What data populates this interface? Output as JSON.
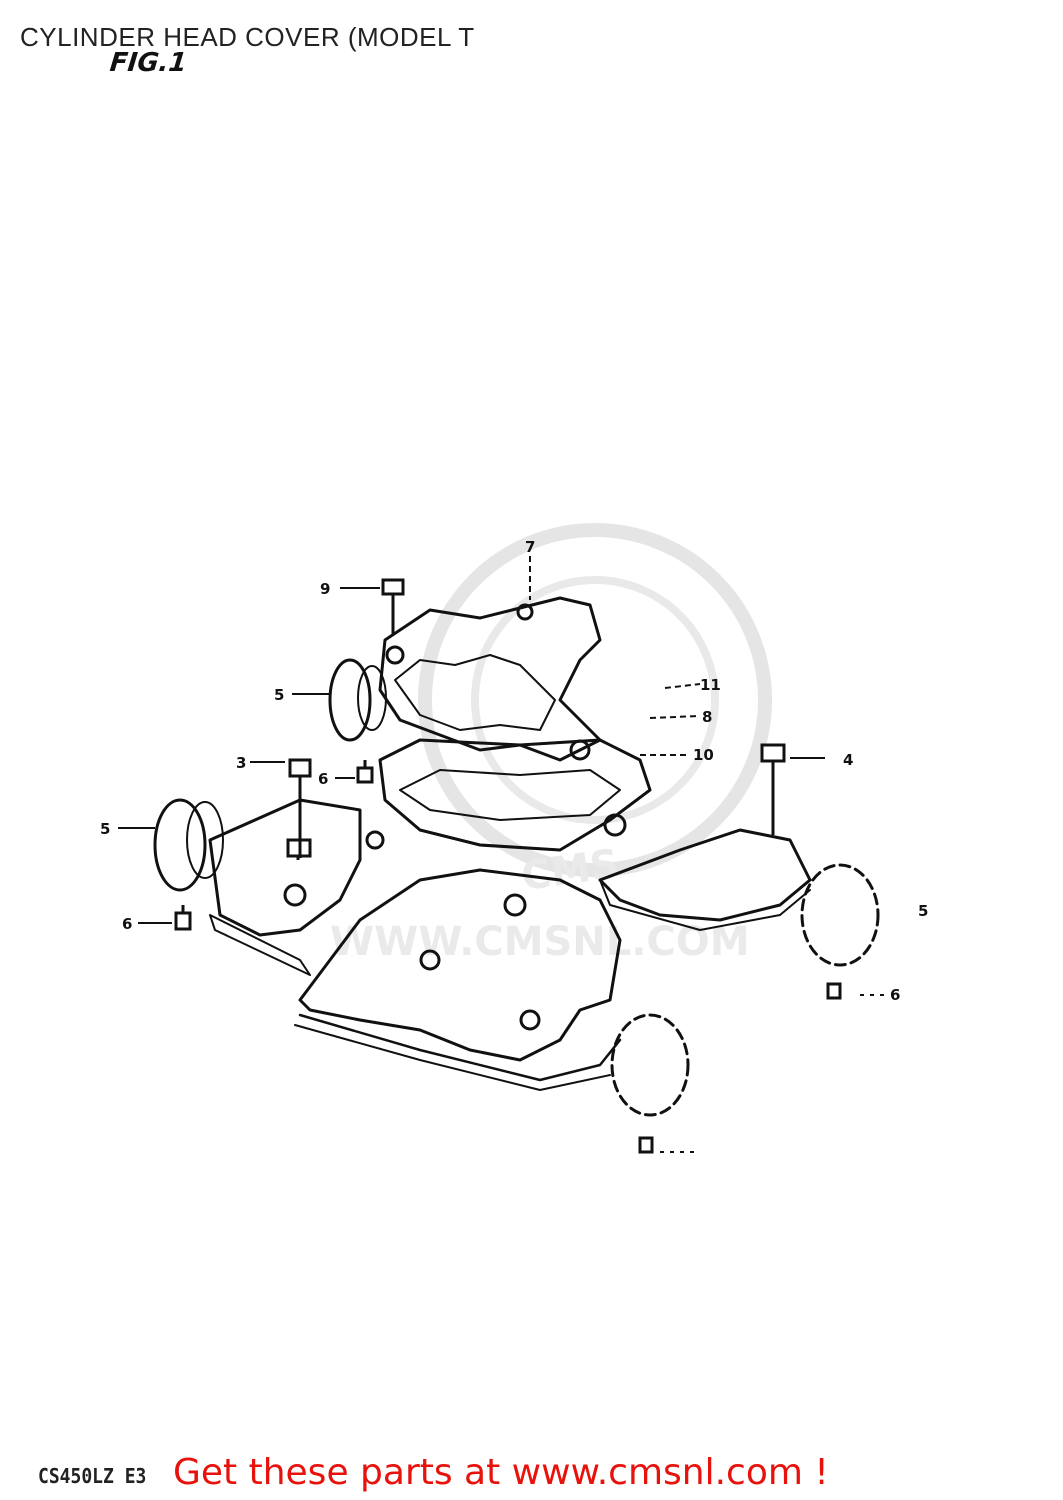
{
  "header": {
    "title": "CYLINDER HEAD COVER (MODEL T",
    "fig_label": "FIG.1"
  },
  "watermark": {
    "text": "WWW.CMSNL.COM",
    "logo_text": "CMS"
  },
  "callouts": [
    {
      "id": "callout-7",
      "label": "7"
    },
    {
      "id": "callout-9",
      "label": "9"
    },
    {
      "id": "callout-5-upper",
      "label": "5"
    },
    {
      "id": "callout-11",
      "label": "11"
    },
    {
      "id": "callout-8",
      "label": "8"
    },
    {
      "id": "callout-10",
      "label": "10"
    },
    {
      "id": "callout-6-upper",
      "label": "6"
    },
    {
      "id": "callout-3",
      "label": "3"
    },
    {
      "id": "callout-4",
      "label": "4"
    },
    {
      "id": "callout-5-left",
      "label": "5"
    },
    {
      "id": "callout-6-left",
      "label": "6"
    },
    {
      "id": "callout-5-right",
      "label": "5"
    },
    {
      "id": "callout-6-right",
      "label": "6"
    }
  ],
  "footer": {
    "code": "CS450LZ E3",
    "promo_link": "Get these parts at www.cmsnl.com !",
    "promo_color": "#e8120c"
  }
}
